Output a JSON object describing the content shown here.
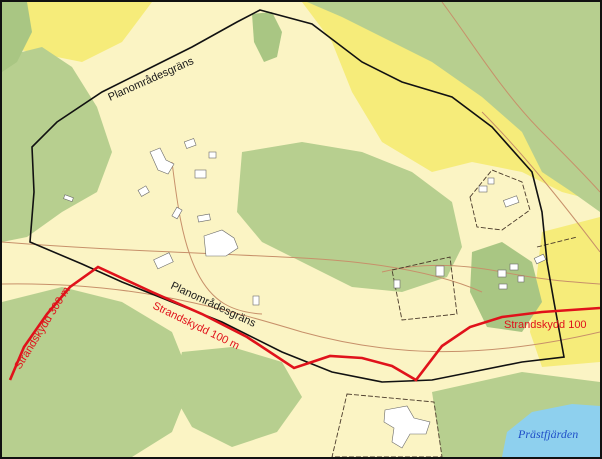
{
  "map": {
    "labels": {
      "plan_boundary_top": "Planområdesgräns",
      "plan_boundary_bottom": "Planområdesgräns",
      "shore_300": "Strandskydd 300 m",
      "shore_100_left": "Strandskydd 100 m",
      "shore_100_right": "Strandskydd 100",
      "water": "Prästfjärden"
    },
    "colors": {
      "open_land": "#fbf4c4",
      "yellow_area": "#f6ec7a",
      "forest": "#b7cf8f",
      "forest_dark": "#a9c683",
      "water": "#8ed0ee",
      "plan_boundary": "#111111",
      "shore_protection": "#e0121b",
      "roads": "#c7906a",
      "buildings": "#ffffff"
    }
  }
}
